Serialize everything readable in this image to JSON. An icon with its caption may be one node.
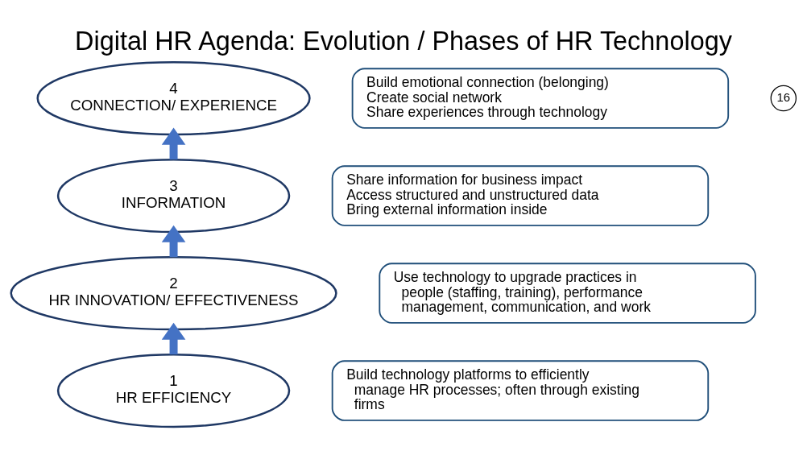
{
  "diagram": {
    "title": "Digital HR Agenda: Evolution / Phases of HR Technology",
    "nodes": [
      {
        "text": [
          "4",
          "CONNECTION/ EXPERIENCE"
        ]
      },
      {
        "text": [
          "Build emotional connection (belonging)",
          "Create social network",
          "Share experiences through technology"
        ]
      },
      {
        "text": [
          "3",
          "INFORMATION"
        ]
      },
      {
        "text": [
          "Share information for business impact",
          "Access structured and unstructured data",
          "Bring external information inside"
        ]
      },
      {
        "text": [
          "2",
          "HR INNOVATION/ EFFECTIVENESS"
        ]
      },
      {
        "text": [
          "Use technology to upgrade practices in people (staffing, training), performance management, communication, and work"
        ]
      },
      {
        "text": [
          "1",
          "HR EFFICIENCY"
        ]
      },
      {
        "text": [
          "Build technology platforms to efficiently manage HR processes; often through existing firms"
        ]
      }
    ],
    "edges": [
      {
        "from": 6,
        "to": 4,
        "arrow": "to"
      },
      {
        "from": 4,
        "to": 2,
        "arrow": "to"
      },
      {
        "from": 2,
        "to": 0,
        "arrow": "to"
      }
    ],
    "labels": [
      "16"
    ]
  }
}
